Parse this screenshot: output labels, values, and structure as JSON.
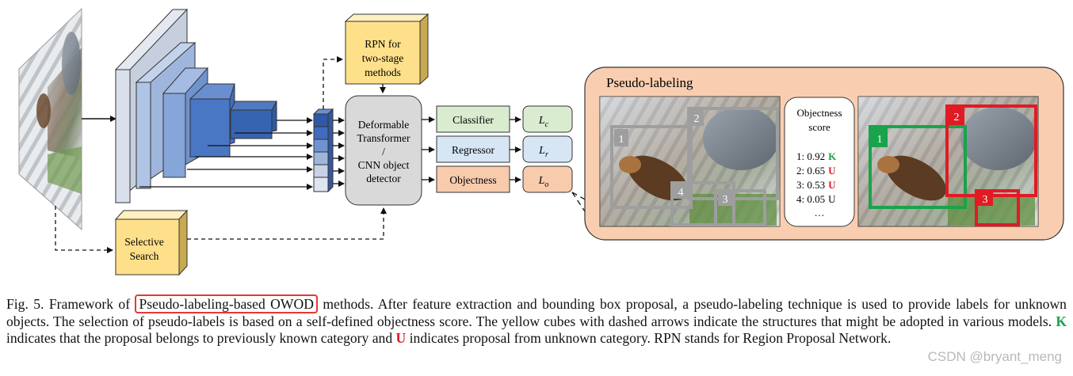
{
  "diagram": {
    "rpn_box": [
      "RPN for",
      "two-stage",
      "methods"
    ],
    "selective_search": [
      "Selective",
      "Search"
    ],
    "detector": [
      "Deformable",
      "Transformer",
      "/",
      "CNN object",
      "detector"
    ],
    "heads": {
      "classifier": "Classifier",
      "regressor": "Regressor",
      "objectness": "Objectness"
    },
    "losses": {
      "classifier": {
        "symbol": "L",
        "sub": "c"
      },
      "regressor": {
        "symbol": "L",
        "sub": "r"
      },
      "objectness": {
        "symbol": "L",
        "sub": "o"
      }
    },
    "pseudo_panel": {
      "title": "Pseudo-labeling",
      "score_title": [
        "Objectness",
        "score"
      ],
      "scores": [
        {
          "label": "1: 0.92",
          "tag": "K"
        },
        {
          "label": "2: 0.65",
          "tag": "U"
        },
        {
          "label": "3: 0.53",
          "tag": "U"
        },
        {
          "label": "4: 0.05",
          "tag": "U"
        }
      ],
      "ellipsis": "…",
      "left_box_numbers": [
        "1",
        "2",
        "3",
        "4"
      ],
      "right_box_numbers": [
        "1",
        "2",
        "3"
      ]
    }
  },
  "colors": {
    "cube_yellow": "#ffe08a",
    "detector_gray": "#d9d9d9",
    "classifier_green": "#d9ecd0",
    "regressor_blue": "#d6e6f5",
    "objectness_orange": "#f8cbad",
    "panel_peach": "#f9ceb0",
    "known_green": "#1aa34a",
    "unknown_red": "#e01b24"
  },
  "caption": {
    "prefix": "Fig. 5.  Framework of ",
    "highlight": "Pseudo-labeling-based OWOD",
    "part1": " methods. After feature extraction and bounding box proposal, a pseudo-labeling technique is used to provide labels for unknown objects. The selection of pseudo-labels is based on a self-defined objectness score. The yellow cubes with dashed arrows indicate the structures that might be adopted in various models. ",
    "k": "K",
    "part2": " indicates that the proposal belongs to previously known category and ",
    "u": "U",
    "part3": " indicates proposal from unknown category. RPN stands for Region Proposal Network."
  },
  "watermark": "CSDN @bryant_meng"
}
